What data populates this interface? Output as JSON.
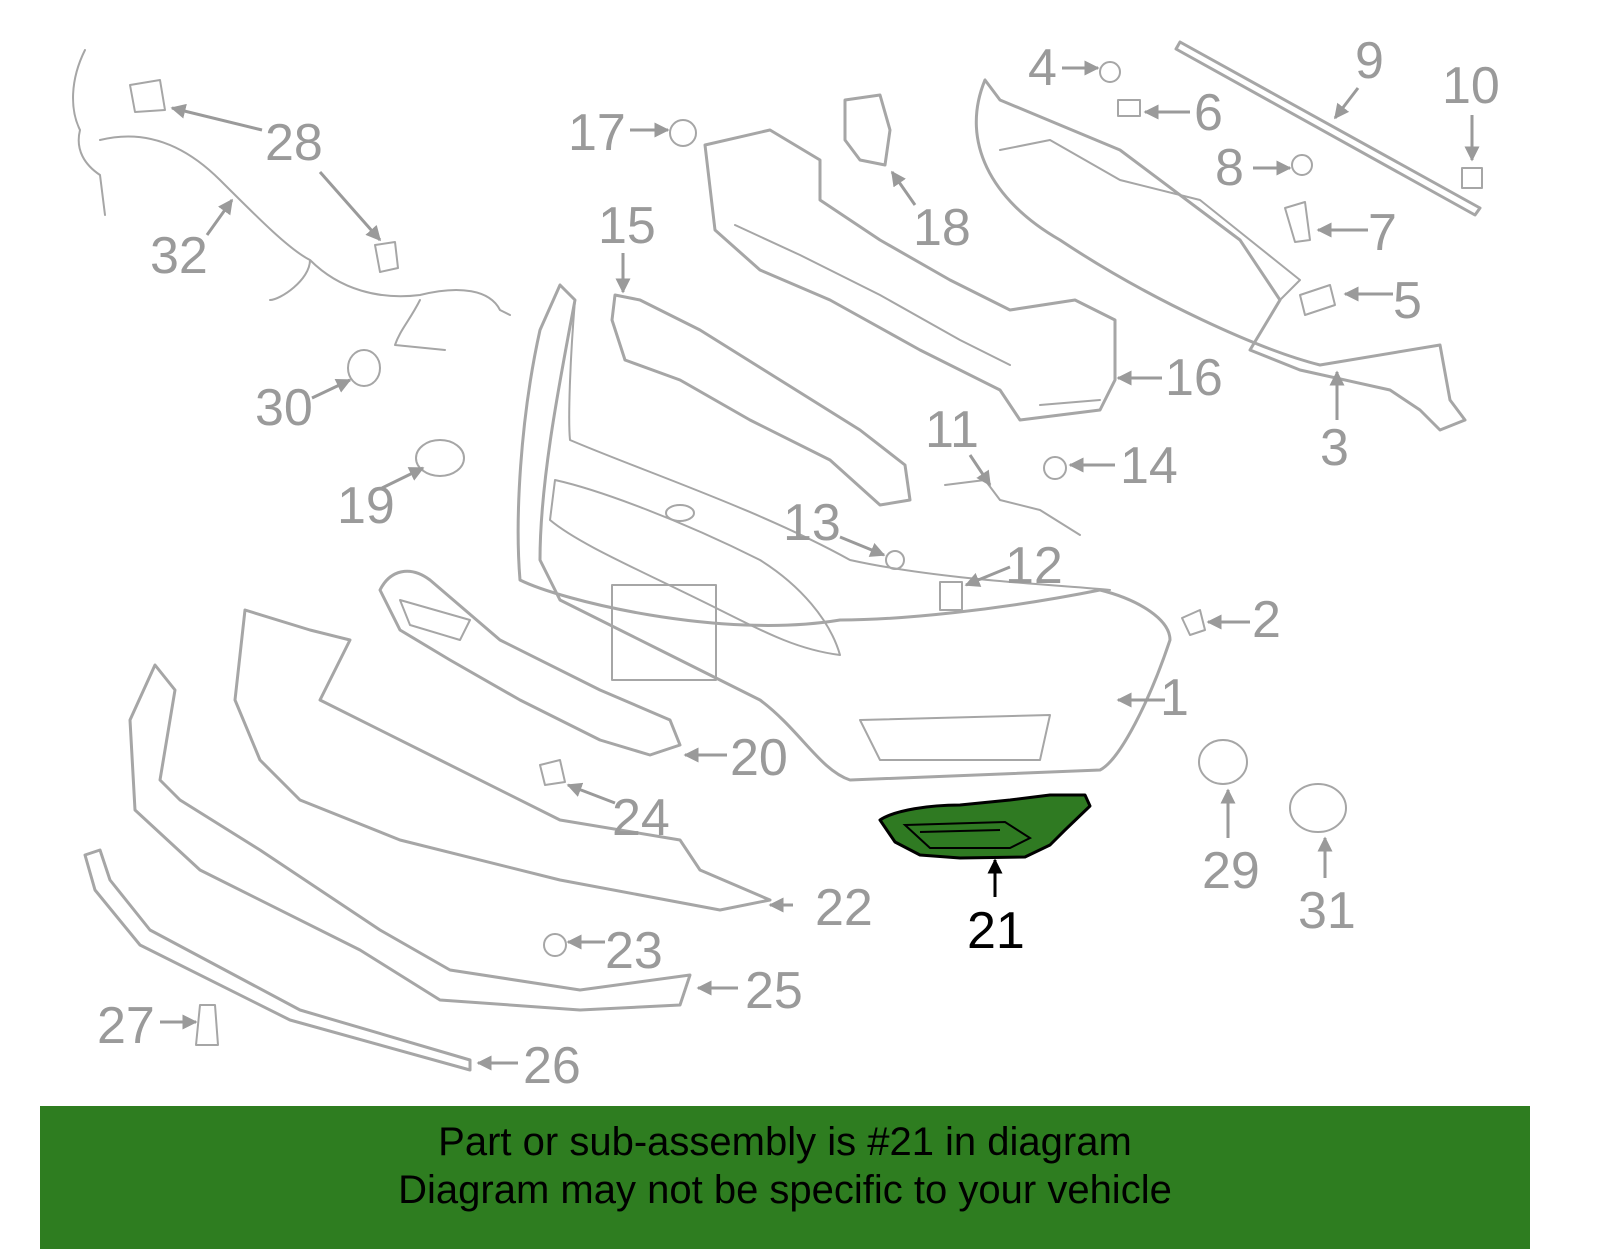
{
  "diagram": {
    "highlighted_part": "21",
    "colors": {
      "highlight": "#2f7a22",
      "footer_bg": "#2e7d20",
      "outline": "#a6a6a6"
    },
    "callouts": [
      "1",
      "2",
      "3",
      "4",
      "5",
      "6",
      "7",
      "8",
      "9",
      "10",
      "11",
      "12",
      "13",
      "14",
      "15",
      "16",
      "17",
      "18",
      "19",
      "20",
      "21",
      "22",
      "23",
      "24",
      "25",
      "26",
      "27",
      "28",
      "29",
      "30",
      "31",
      "32"
    ]
  },
  "footer": {
    "line1": "Part or sub-assembly is #21 in diagram",
    "line2": "Diagram may not be specific to your vehicle"
  }
}
